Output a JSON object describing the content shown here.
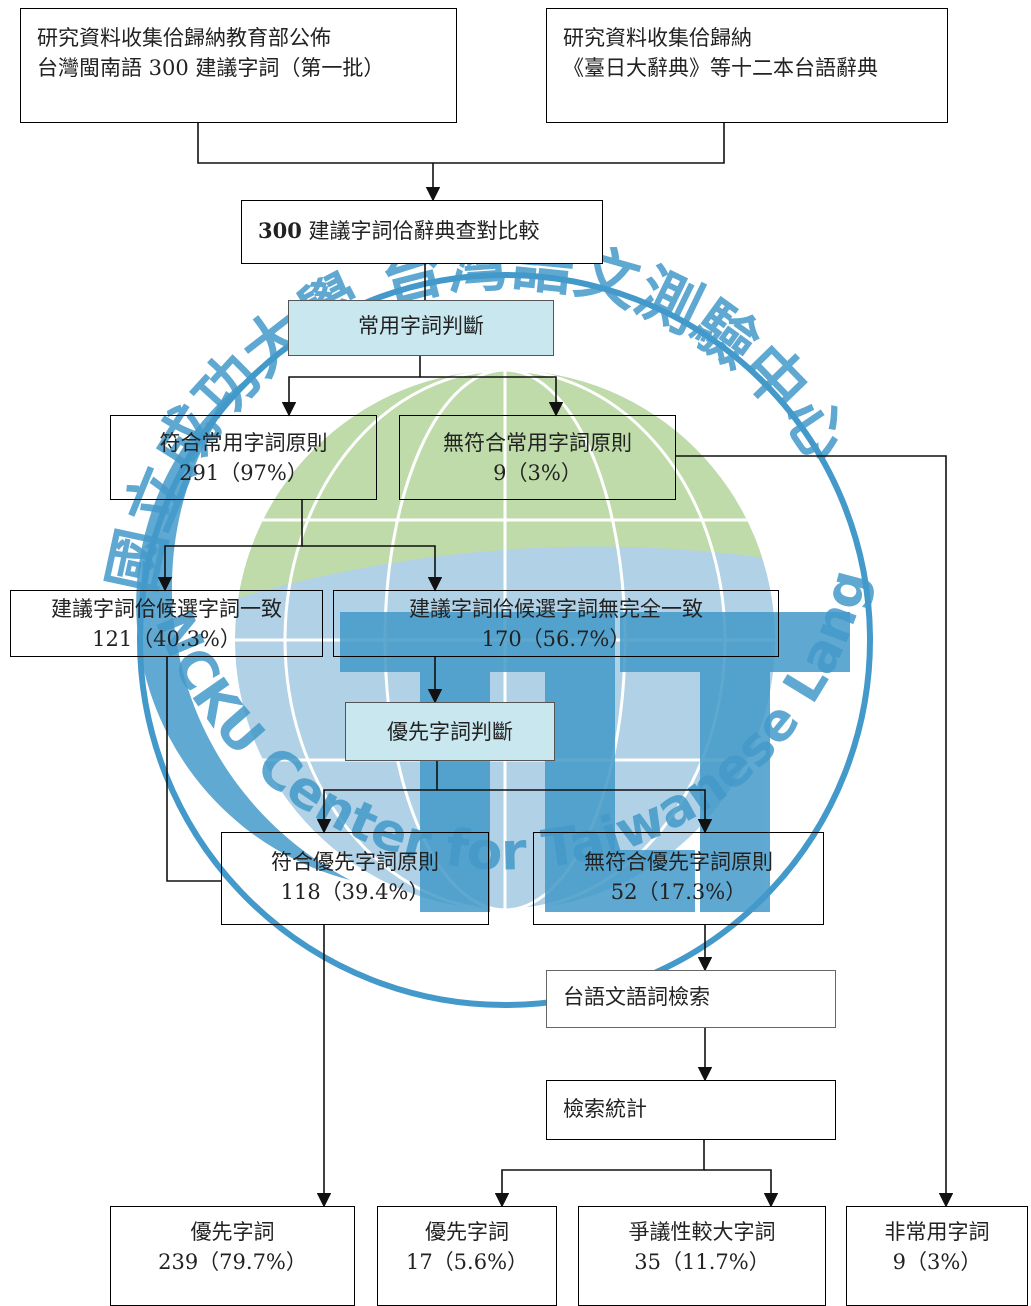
{
  "watermark": {
    "arc_top": "國立成功大學 台灣語文測驗中心",
    "arc_bottom": "NCKU Center for Taiwanese Languages Testing",
    "colors": {
      "blue": "#2f8fc4",
      "globe_green": "#b8d8a0",
      "globe_blue": "#a8cde4"
    }
  },
  "boxes": {
    "source_a": {
      "line1": "研究資料收集佮歸納教育部公佈",
      "line2": "台灣閩南語 300 建議字詞（第一批）"
    },
    "source_b": {
      "line1": "研究資料收集佮歸納",
      "line2": "《臺日大辭典》等十二本台語辭典"
    },
    "compare": {
      "bold": "300",
      "rest": " 建議字詞佮辭典查對比較"
    },
    "common_judge": {
      "label": "常用字詞判斷"
    },
    "common_yes": {
      "line1": "符合常用字詞原則",
      "line2": "291（97%）"
    },
    "common_no": {
      "line1": "無符合常用字詞原則",
      "line2": "9（3%）"
    },
    "match": {
      "line1": "建議字詞佮候選字詞一致",
      "line2": "121（40.3%）"
    },
    "no_match": {
      "line1": "建議字詞佮候選字詞無完全一致",
      "line2": "170（56.7%）"
    },
    "priority_judge": {
      "label": "優先字詞判斷"
    },
    "priority_yes": {
      "line1": "符合優先字詞原則",
      "line2": "118（39.4%）"
    },
    "priority_no": {
      "line1": "無符合優先字詞原則",
      "line2": "52（17.3%）"
    },
    "search": {
      "label": "台語文語詞檢索"
    },
    "stats": {
      "label": "檢索統計"
    },
    "out_priority_a": {
      "line1": "優先字詞",
      "line2": "239（79.7%）"
    },
    "out_priority_b": {
      "line1": "優先字詞",
      "line2": "17（5.6%）"
    },
    "out_dispute": {
      "line1": "爭議性較大字詞",
      "line2": "35（11.7%）"
    },
    "out_uncommon": {
      "line1": "非常用字詞",
      "line2": "9（3%）"
    }
  }
}
